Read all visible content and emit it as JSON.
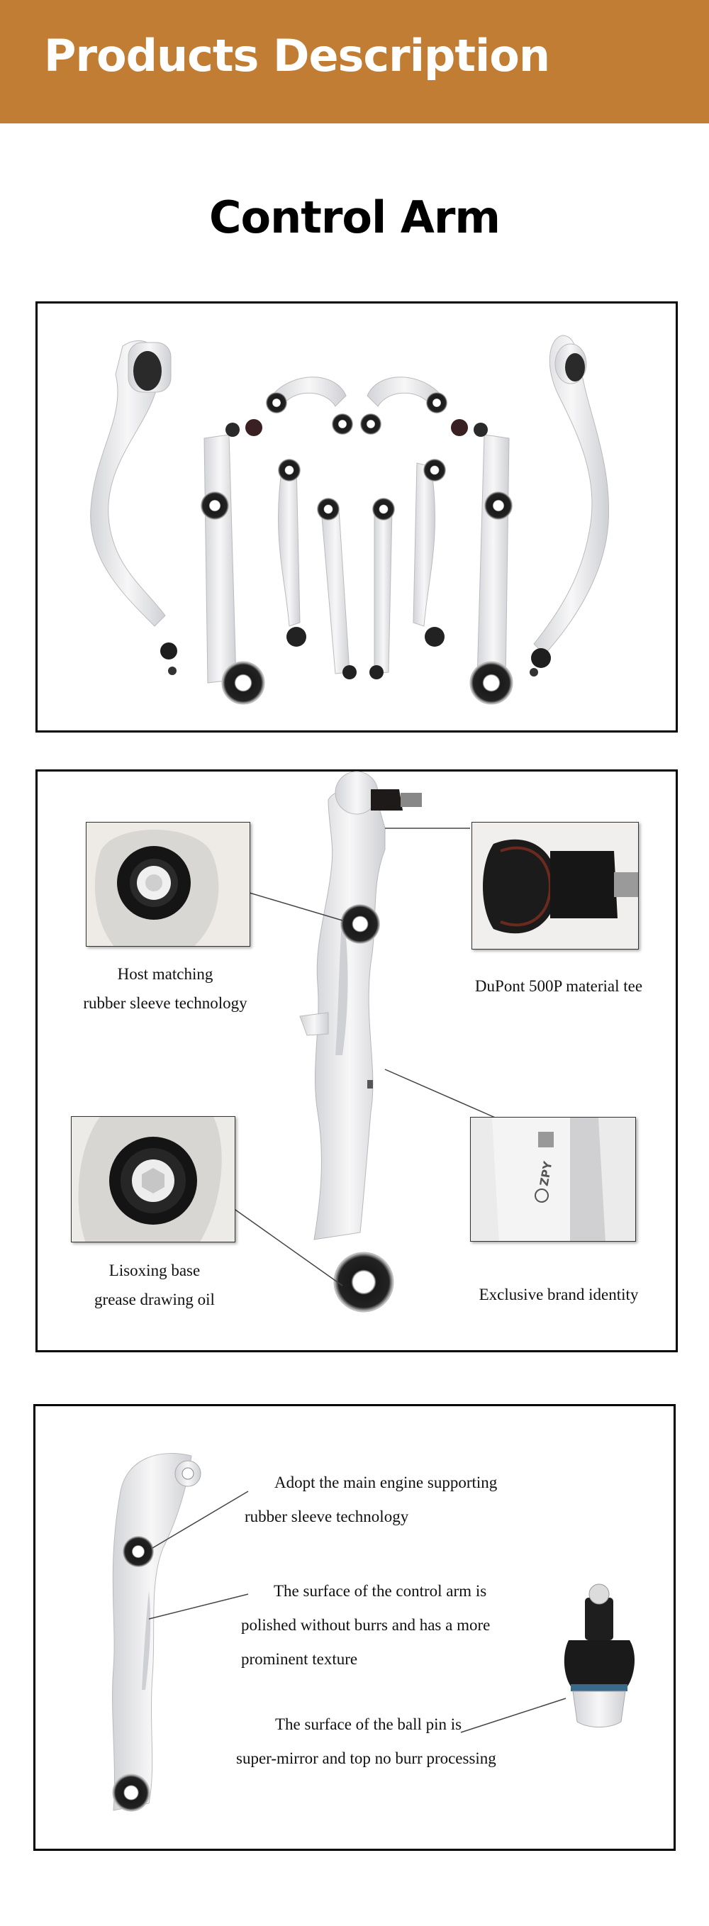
{
  "banner": {
    "title": "Products Description"
  },
  "product": {
    "title": "Control Arm"
  },
  "features": {
    "host_matching": {
      "line1": "Host matching",
      "line2": "rubber sleeve technology"
    },
    "dupont": {
      "line1": "DuPont 500P material tee"
    },
    "lisoxing": {
      "line1": "Lisoxing base",
      "line2": "grease drawing oil"
    },
    "brand": {
      "line1": "Exclusive brand identity",
      "logo_text": "ZPY"
    }
  },
  "details": {
    "rubber": {
      "line1": "Adopt the main engine supporting",
      "line2": "rubber sleeve technology"
    },
    "surface": {
      "line1": "The surface of the control arm is",
      "line2": "polished without burrs and has a more",
      "line3": "prominent texture"
    },
    "ballpin": {
      "line1": "The surface of the ball pin is",
      "line2": "super-mirror and top no burr processing"
    }
  },
  "colors": {
    "banner": "#c07d33",
    "aluminum": "#e6e6e8",
    "rubber": "#1a1a1a"
  }
}
